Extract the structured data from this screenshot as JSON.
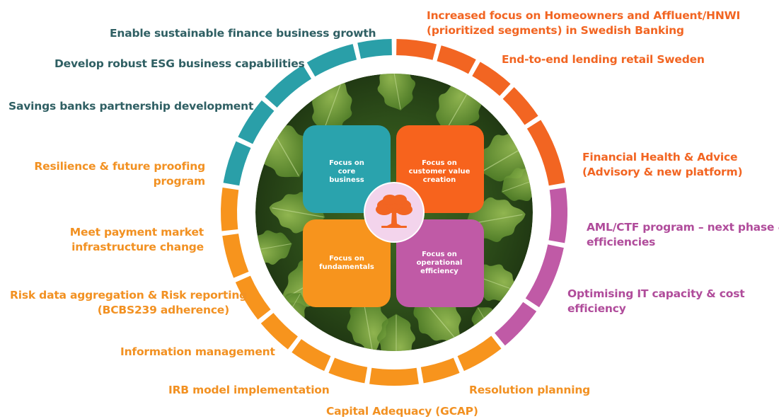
{
  "colors": {
    "teal": "#2a9fa8",
    "orange_red": "#f26522",
    "orange_yellow": "#f7941d",
    "magenta": "#c05aa6",
    "center_circle": "#f3d4ec",
    "tree": "#f26522"
  },
  "quadrants": [
    {
      "id": "core",
      "color": "#2aa3ad",
      "lines": [
        "Focus on",
        "core",
        "business"
      ]
    },
    {
      "id": "customer",
      "color": "#f7631d",
      "lines": [
        "Focus on",
        "customer value",
        "creation"
      ]
    },
    {
      "id": "fundamentals",
      "color": "#f7941d",
      "lines": [
        "Focus on",
        "fundamentals"
      ]
    },
    {
      "id": "operational",
      "color": "#c05aa6",
      "lines": [
        "Focus on",
        "operational",
        "efficiency"
      ]
    }
  ],
  "center_icon": "oak-tree-icon",
  "labels": {
    "sustainable_finance": "Enable sustainable finance business growth",
    "esg_capabilities": "Develop robust ESG business capabilities",
    "savings_banks": "Savings banks partnership development",
    "homeowners_1": "Increased focus on Homeowners and Affluent/HNWI",
    "homeowners_2": "(prioritized segments) in Swedish Banking",
    "end_to_end": "End-to-end lending retail Sweden",
    "financial_health_1": "Financial Health & Advice",
    "financial_health_2": "(Advisory & new platform)",
    "aml_1": "AML/CTF program – next phase &",
    "aml_2": "efficiencies",
    "optimising_1": "Optimising IT capacity & cost",
    "optimising_2": "efficiency",
    "resolution": "Resolution planning",
    "capital": "Capital Adequacy (GCAP)",
    "irb": "IRB model implementation",
    "information": "Information management",
    "risk_data_1": "Risk data aggregation & Risk reporting",
    "risk_data_2": "(BCBS239 adherence)",
    "payment_1": "Meet payment market",
    "payment_2": "infrastructure change",
    "resilience_1": "Resilience & future proofing",
    "resilience_2": "program"
  }
}
